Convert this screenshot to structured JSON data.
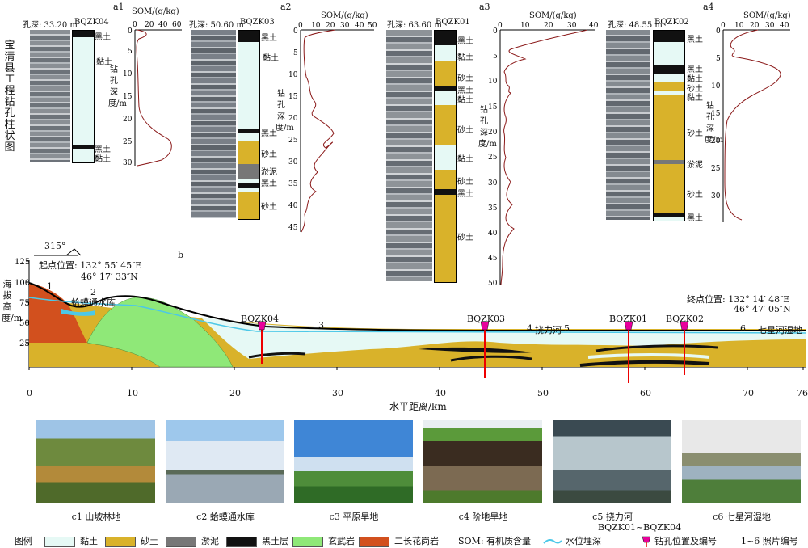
{
  "figure_title": "宝清县工程钻孔柱状图",
  "panels": {
    "a1": {
      "label": "a1",
      "depth_label": "孔深: 33.20 m",
      "well": "BQZK04",
      "som_axis": "SOM/(g/kg)",
      "ticks_x": [
        "0",
        "20",
        "40",
        "60"
      ],
      "ticks_y": [
        "0",
        "5",
        "10",
        "15",
        "20",
        "25",
        "30"
      ],
      "y_label": "钻孔深度/m",
      "layers": [
        "黑土",
        "黏土",
        "黑土",
        "黏土"
      ]
    },
    "a2": {
      "label": "a2",
      "depth_label": "孔深: 50.60 m",
      "well": "BQZK03",
      "som_axis": "SOM/(g/kg)",
      "ticks_x": [
        "0",
        "10",
        "20",
        "30",
        "40",
        "50"
      ],
      "ticks_y": [
        "0",
        "5",
        "10",
        "15",
        "20",
        "25",
        "30",
        "35",
        "40",
        "45"
      ],
      "y_label": "钻孔深度/m",
      "layers": [
        "黑土",
        "黏土",
        "黑土",
        "砂土",
        "淤泥",
        "黑土",
        "砂土"
      ]
    },
    "a3": {
      "label": "a3",
      "depth_label": "孔深: 63.60 m",
      "well": "BQZK01",
      "som_axis": "SOM/(g/kg)",
      "ticks_x": [
        "0",
        "10",
        "20",
        "30",
        "40"
      ],
      "ticks_y": [
        "0",
        "5",
        "10",
        "15",
        "20",
        "25",
        "30",
        "35",
        "40",
        "45",
        "50"
      ],
      "y_label": "钻孔深度/m",
      "layers": [
        "黑土",
        "黏土",
        "砂土",
        "黑土",
        "黏土",
        "砂土",
        "黏土",
        "砂土",
        "黑土",
        "砂土"
      ]
    },
    "a4": {
      "label": "a4",
      "depth_label": "孔深: 48.55 m",
      "well": "BQZK02",
      "som_axis": "SOM/(g/kg)",
      "ticks_x": [
        "0",
        "10",
        "20",
        "30",
        "40"
      ],
      "ticks_y": [
        "0",
        "5",
        "10",
        "15",
        "20",
        "25",
        "30"
      ],
      "y_label": "钻孔深度/m",
      "layers": [
        "黑土",
        "黑土",
        "黏土",
        "砂土",
        "黏土",
        "砂土",
        "淤泥",
        "砂土",
        "黑土"
      ]
    }
  },
  "section": {
    "label": "b",
    "azimuth": "315°",
    "start_label": "起点位置: 132° 55′ 45″E",
    "start_lat": "46° 17′ 33″N",
    "end_label": "终点位置: 132° 14′ 48″E",
    "end_lat": "46° 47′ 05″N",
    "y_label": "海拔高度/m",
    "x_label": "水平距离/km",
    "y_ticks": [
      "25",
      "50",
      "75",
      "100",
      "125"
    ],
    "x_ticks": [
      "0",
      "10",
      "20",
      "30",
      "40",
      "50",
      "60",
      "70",
      "76"
    ],
    "markers": [
      "1",
      "2",
      "3",
      "4",
      "5",
      "6"
    ],
    "reservoir": "蛤蟆通水库",
    "river": "挠力河",
    "wetland": "七星河湿地",
    "wells": [
      "BQZK04",
      "BQZK03",
      "BQZK01",
      "BQZK02"
    ]
  },
  "photos": [
    {
      "caption": "c1 山坡林地"
    },
    {
      "caption": "c2 蛤蟆通水库"
    },
    {
      "caption": "c3 平原旱地"
    },
    {
      "caption": "c4 阶地旱地"
    },
    {
      "caption": "c5 挠力河"
    },
    {
      "caption": "c6 七星河湿地"
    }
  ],
  "legend": {
    "title": "图例",
    "items": [
      "黏土",
      "砂土",
      "淤泥",
      "黑土层",
      "玄武岩",
      "二长花岗岩"
    ],
    "som": "SOM: 有机质含量",
    "water": "水位埋深",
    "well_ids": "BQZK01~BQZK04",
    "well_label": "钻孔位置及编号",
    "photo_num": "1~6 照片编号"
  },
  "colors": {
    "clay": "#e6f9f5",
    "sand": "#d9b22a",
    "silt": "#777777",
    "black": "#111111",
    "basalt": "#8fe878",
    "granite": "#d2501e",
    "water": "#4cc8e8",
    "well": "#e8009b",
    "curve": "#8b1a1a"
  }
}
